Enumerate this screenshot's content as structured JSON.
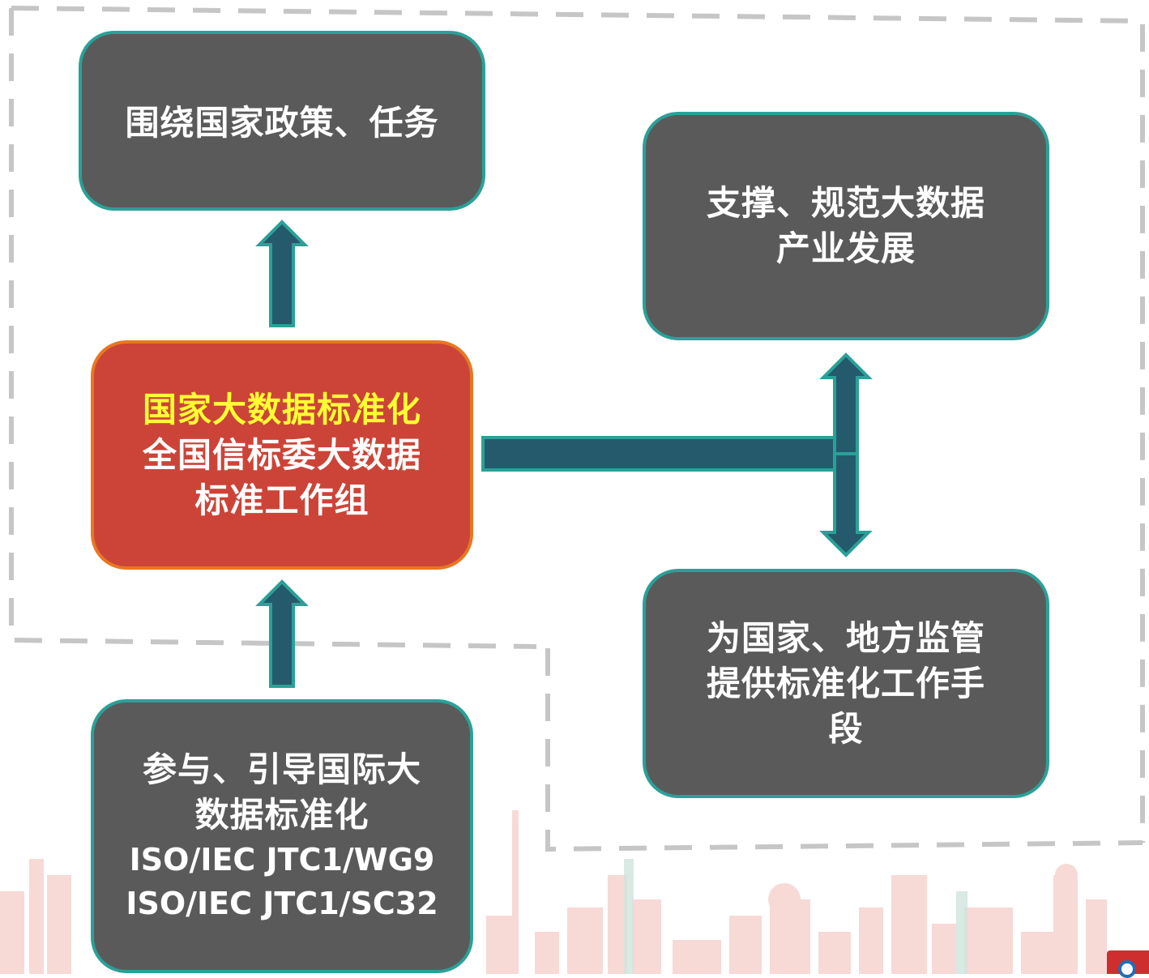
{
  "boxes": {
    "top": {
      "line1": "围绕国家政策、任务"
    },
    "center": {
      "line1": "国家大数据标准化",
      "line2": "全国信标委大数据",
      "line3": "标准工作组"
    },
    "right_top": {
      "line1": "支撑、规范大数据",
      "line2": "产业发展"
    },
    "right_bottom": {
      "line1": "为国家、地方监管",
      "line2": "提供标准化工作手",
      "line3": "段"
    },
    "bottom": {
      "line1": "参与、引导国际大",
      "line2": "数据标准化",
      "line3": "ISO/IEC JTC1/WG9",
      "line4": "ISO/IEC JTC1/SC32"
    }
  },
  "colors": {
    "box_fill": "#5a5a5a",
    "box_border": "#2aa198",
    "center_fill": "#cc4438",
    "center_border": "#e87722",
    "arrow_fill": "#245a6b",
    "highlight_text": "#ffff33",
    "dash": "#c6c6c6"
  }
}
